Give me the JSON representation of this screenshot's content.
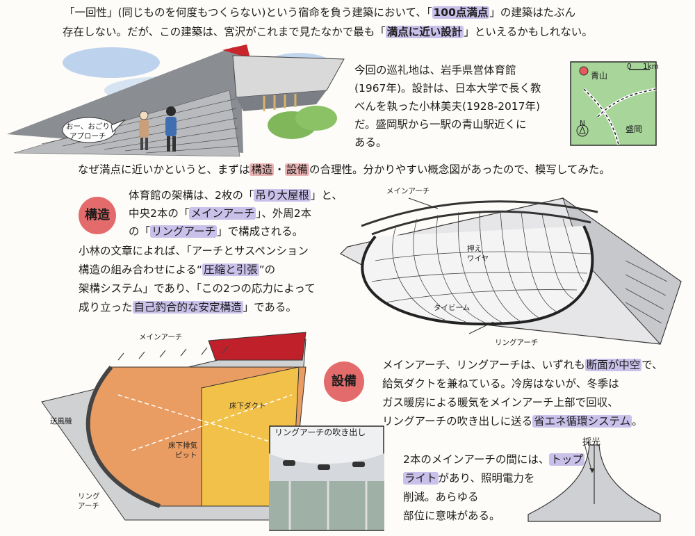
{
  "intro": {
    "l1a": "「一回性」(同じものを何度もつくらない)という宿命を負う建築において、「",
    "l1b": "100点満点",
    "l1c": "」の建築はたぶん",
    "l2a": "存在しない。だが、この建築は、宮沢がこれまで見たなかで最も「",
    "l2b": "満点に近い設計",
    "l2c": "」といえるかもしれない。"
  },
  "hero": {
    "bubble_l1": "おー、おごり",
    "bubble_l2": "アプローチ"
  },
  "info": {
    "l1": "今回の巡礼地は、岩手県営体育館",
    "l2": "(1967年)。設計は、日本大学で長く教",
    "l3": "べんを執った小林美夫(1928-2017年)",
    "l4": "だ。盛岡駅から一駅の青山駅近くに",
    "l5": "ある。"
  },
  "map": {
    "station1": "青山",
    "station2": "盛岡",
    "scale_0": "0",
    "scale_1": "1km",
    "north": "N"
  },
  "question": {
    "a": "なぜ満点に近いかというと、まずは",
    "b": "構造",
    "c": "・",
    "d": "設備",
    "e": "の合理性。分かりやすい概念図があったので、模写してみた。"
  },
  "structure": {
    "badge": "構造",
    "l1a": "体育館の架構は、2枚の「",
    "l1b": "吊り大屋根",
    "l1c": "」と、",
    "l2a": "中央2本の「",
    "l2b": "メインアーチ",
    "l2c": "」、外周2本",
    "l3a": "の「",
    "l3b": "リングアーチ",
    "l3c": "」で構成される。",
    "l4": "小林の文章によれば、「アーチとサスペンション",
    "l5a": "構造の組み合わせによる“",
    "l5b": "圧縮と引張",
    "l5c": "”の",
    "l6": "架構システム」であり、「この2つの応力によって",
    "l7a": "成り立った",
    "l7b": "自己釣合的な安定構造",
    "l7c": "」である。"
  },
  "diagram1": {
    "main_arch": "メインアーチ",
    "cable_l1": "押え",
    "cable_l2": "ワイヤ",
    "tie_beam": "タイビーム",
    "ring_arch": "リングアーチ"
  },
  "diagram2": {
    "main_arch": "メインアーチ",
    "blower": "送風機",
    "ring_arch_l1": "リング",
    "ring_arch_l2": "アーチ",
    "pit_l1": "床下排気",
    "pit_l2": "ピット",
    "duct": "床下ダクト"
  },
  "equipment": {
    "badge": "設備",
    "l1a": "メインアーチ、リングアーチは、いずれも",
    "l1b": "断面が中空",
    "l1c": "で、",
    "l2": "給気ダクトを兼ねている。冷房はないが、冬季は",
    "l3": "ガス暖房による暖気をメインアーチ上部で回収、",
    "l4a": "リングアーチの吹き出しに送る",
    "l4b": "省エネ循環システム",
    "l4c": "。"
  },
  "photo": {
    "caption": "リングアーチの吹き出し"
  },
  "toplight": {
    "l1a": "2本のメインアーチの間には、",
    "l1b": "トップ",
    "l2a": "ライト",
    "l2b": "があり、照明電力を",
    "l3": "削減。あらゆる",
    "l4": "部位に意味がある。",
    "label": "採光"
  },
  "colors": {
    "accent_red": "#e46b6b",
    "highlight": "#c9c1ea",
    "orange": "#e99a5f",
    "yellow": "#f3c23f"
  }
}
